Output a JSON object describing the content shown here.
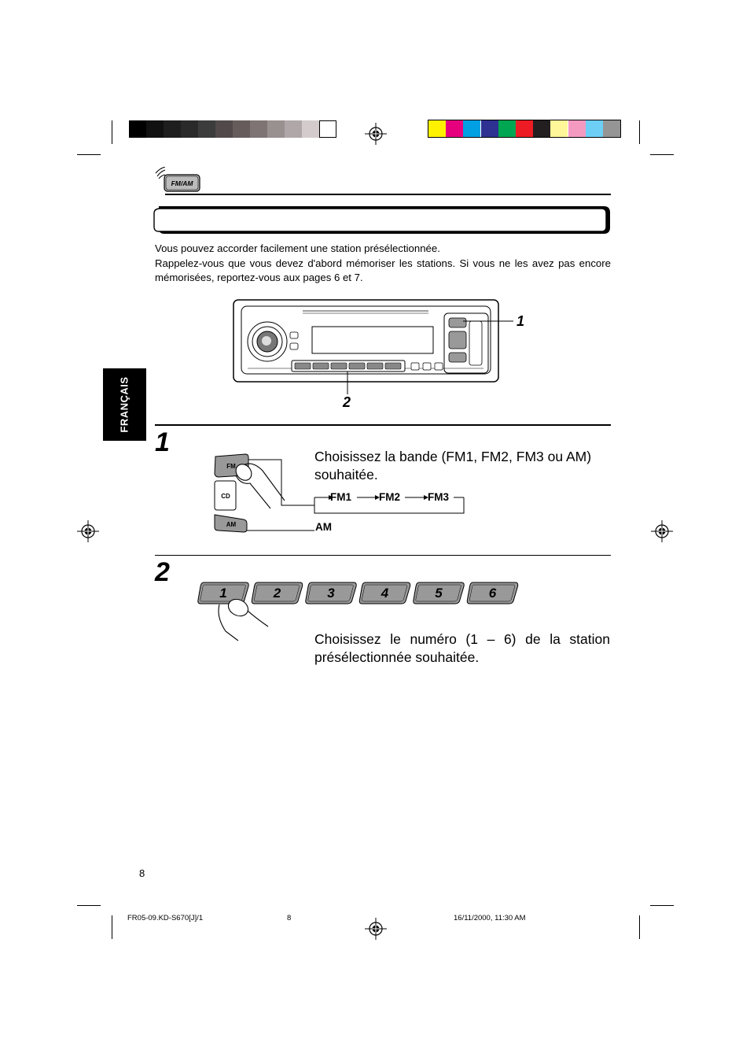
{
  "header": {
    "icon_label": "FM/AM"
  },
  "intro": {
    "line1": "Vous pouvez accorder facilement une station présélectionnée.",
    "line2": "Rappelez-vous que vous devez d'abord mémoriser les stations. Si vous ne les avez pas encore mémorisées, reportez-vous aux pages 6 et 7."
  },
  "diagram_callouts": [
    "1",
    "2"
  ],
  "side_tab": "FRANÇAIS",
  "step1": {
    "number": "1",
    "instruction": "Choisissez la bande (FM1, FM2, FM3 ou AM) souhaitée.",
    "button_labels": [
      "FM",
      "CD",
      "AM"
    ],
    "flow": [
      "FM1",
      "FM2",
      "FM3",
      "AM"
    ]
  },
  "step2": {
    "number": "2",
    "instruction": "Choisissez le numéro (1 – 6) de la station présélectionnée souhaitée.",
    "preset_buttons": [
      "1",
      "2",
      "3",
      "4",
      "5",
      "6"
    ]
  },
  "page_number": "8",
  "footer": {
    "file": "FR05-09.KD-S670[J]/1",
    "page": "8",
    "timestamp": "16/11/2000, 11:30 AM"
  },
  "colors": {
    "grayscale_bar": [
      "#000000",
      "#111111",
      "#1e1e1e",
      "#2a2a2a",
      "#3c3c3c",
      "#524a4a",
      "#665c5c",
      "#7e7474",
      "#999090",
      "#b0a8a8",
      "#d4cccc",
      "#ffffff"
    ],
    "color_bar": [
      "#fff200",
      "#e6007e",
      "#00a0e3",
      "#2e3192",
      "#00a651",
      "#ed1c24",
      "#231f20",
      "#fff799",
      "#f49ac1",
      "#6dcff6",
      "#959595"
    ]
  }
}
